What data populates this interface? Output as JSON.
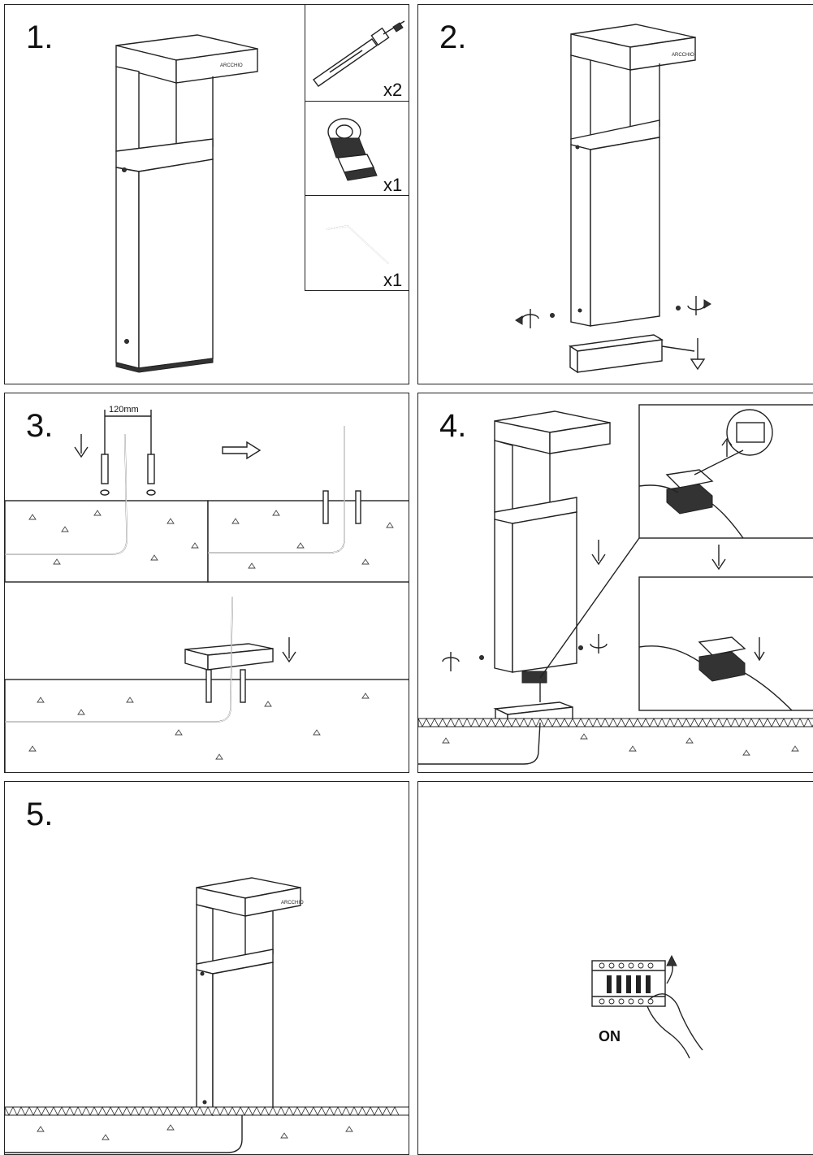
{
  "steps": {
    "s1": "1.",
    "s2": "2.",
    "s3": "3.",
    "s4": "4.",
    "s5": "5."
  },
  "parts": {
    "anchor_qty": "x2",
    "gland_qty": "x1",
    "hex_key_qty": "x1"
  },
  "step3": {
    "spacing_label": "120mm"
  },
  "final": {
    "switch_label": "ON"
  },
  "colors": {
    "line": "#222222",
    "background": "#ffffff"
  }
}
